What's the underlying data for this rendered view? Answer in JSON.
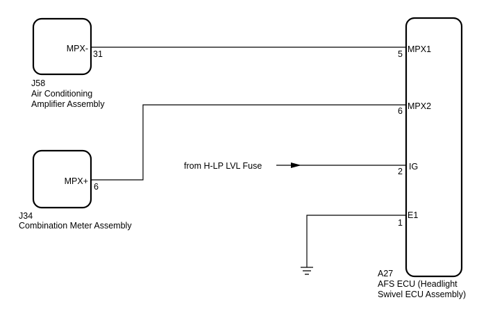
{
  "components": {
    "j58": {
      "code": "J58",
      "name_line1": "Air Conditioning",
      "name_line2": "Amplifier Assembly",
      "pin_label": "MPX-",
      "pin_number": "31"
    },
    "j34": {
      "code": "J34",
      "name_line1": "Combination Meter Assembly",
      "pin_label": "MPX+",
      "pin_number": "6"
    },
    "a27": {
      "code": "A27",
      "name_line1": "AFS ECU (Headlight",
      "name_line2": "Swivel ECU Assembly)",
      "pins": [
        {
          "label": "MPX1",
          "number": "5"
        },
        {
          "label": "MPX2",
          "number": "6"
        },
        {
          "label": "IG",
          "number": "2"
        },
        {
          "label": "E1",
          "number": "1"
        }
      ]
    }
  },
  "power_source": {
    "label": "from H-LP LVL Fuse"
  },
  "symbols": {
    "arrow": "arrow-right-icon",
    "ground": "ground-icon"
  }
}
